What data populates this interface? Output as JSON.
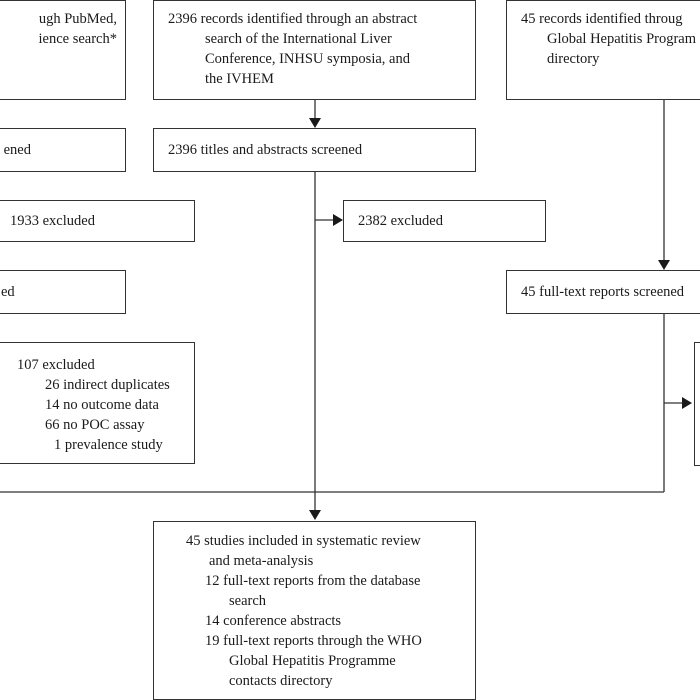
{
  "boxes": {
    "db_identified": {
      "lines": [
        "ugh PubMed,",
        "ience search*"
      ]
    },
    "abstract_identified": {
      "lines": [
        "2396 records identified through an abstract",
        "search of the International Liver",
        "Conference, INHSU symposia, and",
        "the IVHEM"
      ]
    },
    "who_identified": {
      "lines": [
        "45 records identified throug",
        "Global Hepatitis Program",
        "directory"
      ]
    },
    "db_screened": {
      "lines": [
        "ened"
      ]
    },
    "abstract_screened": {
      "lines": [
        "2396 titles and abstracts screened"
      ]
    },
    "db_excluded": {
      "lines": [
        "1933 excluded"
      ]
    },
    "abstract_excluded": {
      "lines": [
        "2382 excluded"
      ]
    },
    "db_fulltext": {
      "lines": [
        "ed"
      ]
    },
    "who_fulltext": {
      "lines": [
        "45 full-text reports screened"
      ]
    },
    "db_fulltext_excluded": {
      "heading": "107 excluded",
      "items": [
        "26 indirect duplicates",
        "14 no outcome data",
        "66 no POC assay",
        "1 prevalence study"
      ]
    },
    "included": {
      "heading_lines": [
        "45 studies included in systematic review",
        "and meta-analysis"
      ],
      "items": [
        {
          "lines": [
            "12 full-text reports from the database",
            "search"
          ]
        },
        {
          "lines": [
            "14 conference abstracts"
          ]
        },
        {
          "lines": [
            "19 full-text reports through the WHO",
            "Global Hepatitis Programme",
            "contacts directory"
          ]
        }
      ]
    }
  }
}
